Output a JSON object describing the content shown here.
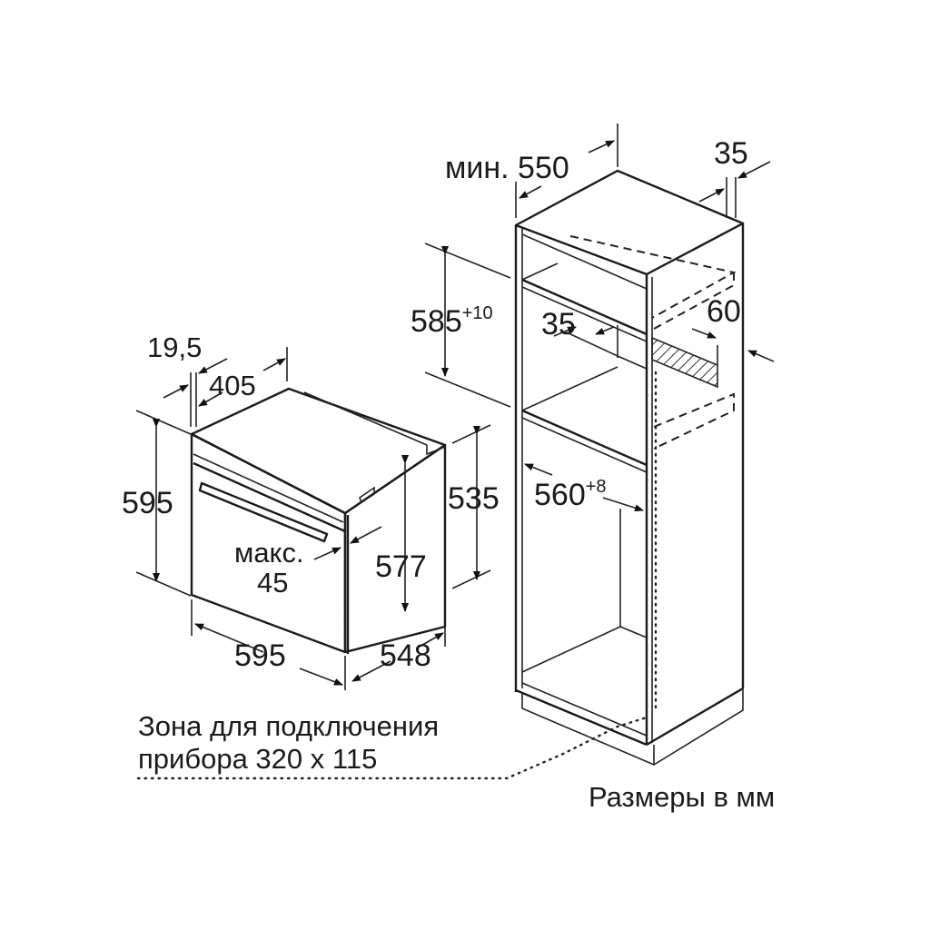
{
  "diagram": {
    "type": "built-in oven installation dimensions",
    "units_note": "Размеры в мм",
    "connection_zone": {
      "line1": "Зона для подключения",
      "line2": "прибора 320 x 115"
    },
    "oven": {
      "width": "595",
      "height": "595",
      "depth": "548",
      "body_height": "577",
      "side_height": "535",
      "top_depth": "405",
      "front_offset": "19,5",
      "door_max_label": "макс.",
      "door_max_value": "45"
    },
    "cabinet": {
      "min_depth_label": "мин.",
      "min_depth_value": "550",
      "back_gap": "35",
      "niche_height": "585",
      "niche_height_tol": "+10",
      "niche_width": "560",
      "niche_width_tol": "+8",
      "shelf_gap": "35",
      "vent_depth": "60"
    }
  }
}
